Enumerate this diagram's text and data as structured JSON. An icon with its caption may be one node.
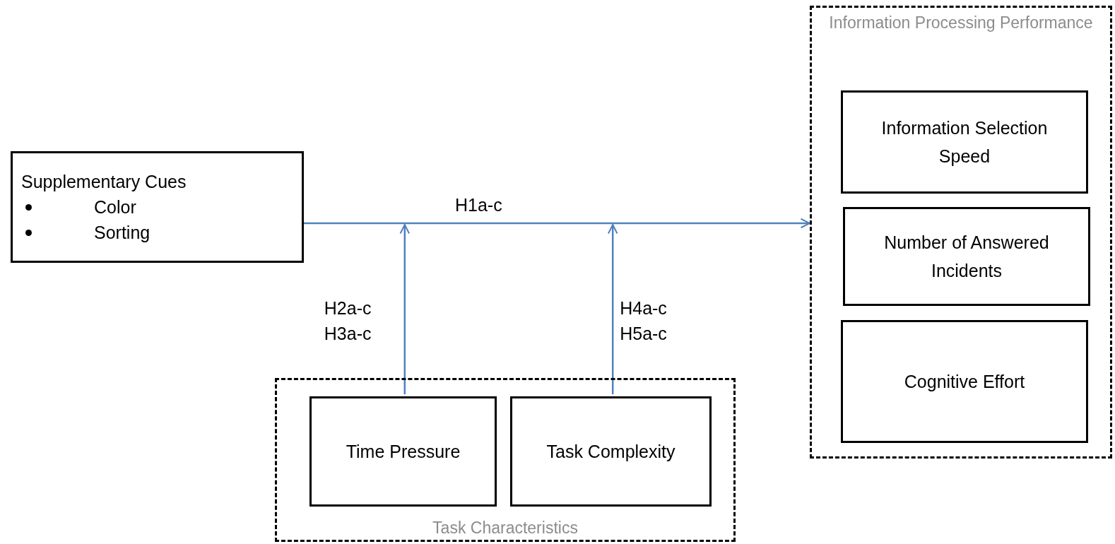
{
  "diagram": {
    "nodes": [
      {
        "text": [
          "Supplementary Cues",
          "Color",
          "Sorting"
        ]
      },
      {
        "text": [
          "Information Processing Performance"
        ]
      },
      {
        "text": [
          "Information Selection Speed"
        ],
        "in": 1
      },
      {
        "text": [
          "Number of Answered Incidents"
        ],
        "in": 1
      },
      {
        "text": [
          "Cognitive Effort"
        ],
        "in": 1
      },
      {
        "text": [
          "Task Characteristics"
        ]
      },
      {
        "text": [
          "Time Pressure"
        ],
        "in": 5
      },
      {
        "text": [
          "Task Complexity"
        ],
        "in": 5
      }
    ],
    "edges": [
      {
        "from": 0,
        "to": 1,
        "arrow": "to",
        "label": "H1a-c",
        "color": "#4f81bd"
      },
      {
        "from": 6,
        "to": null,
        "arrow": "to",
        "label": "H2a-c H3a-c",
        "color": "#4f81bd"
      },
      {
        "from": 7,
        "to": null,
        "arrow": "to",
        "label": "H4a-c H5a-c",
        "color": "#4f81bd"
      }
    ]
  }
}
